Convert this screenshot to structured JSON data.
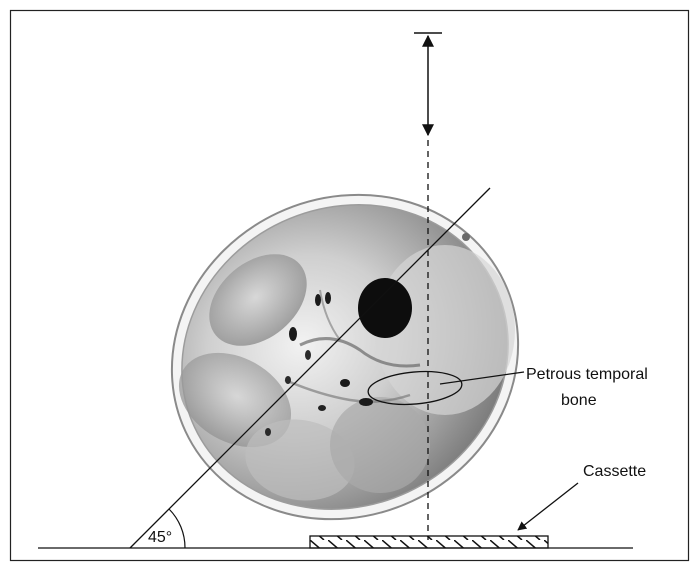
{
  "labels": {
    "petrous_line1": "Petrous temporal",
    "petrous_line2": "bone",
    "cassette": "Cassette",
    "angle": "45°"
  },
  "colors": {
    "line": "#111111",
    "skull_light": "#e9e9e9",
    "skull_mid": "#b5b5b5",
    "skull_dark": "#6e6e6e",
    "foramen": "#0d0d0d"
  }
}
